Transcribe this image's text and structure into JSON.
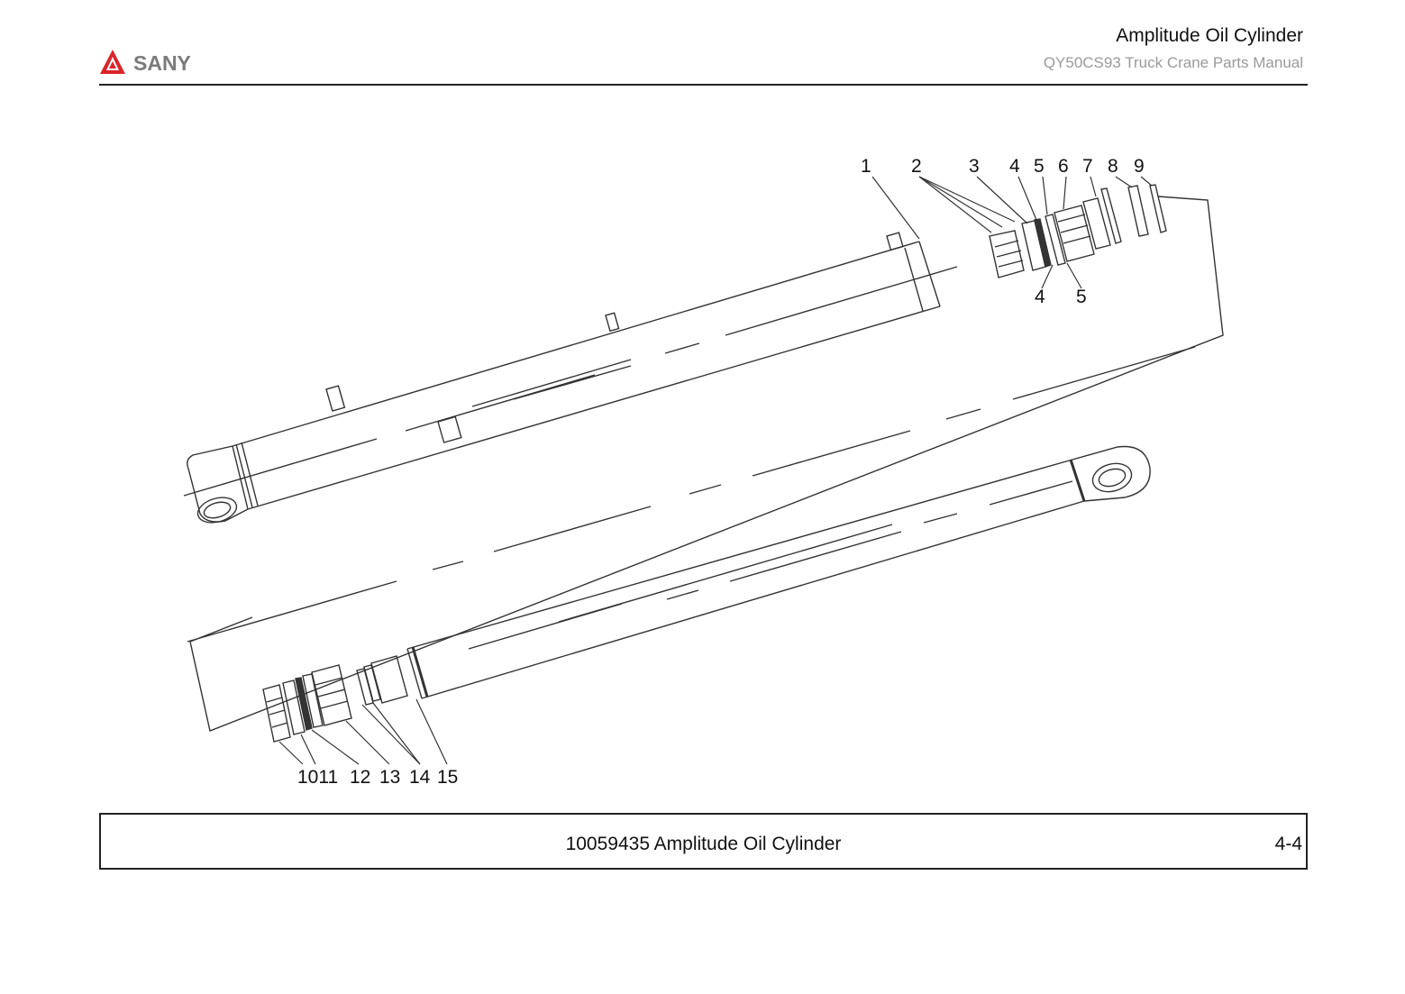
{
  "header": {
    "brand": "SANY",
    "title": "Amplitude Oil Cylinder",
    "subtitle": "QY50CS93 Truck Crane  Parts Manual"
  },
  "diagram": {
    "callouts_top": [
      "1",
      "2",
      "3",
      "4",
      "5",
      "6",
      "7",
      "8",
      "9"
    ],
    "callouts_mid": [
      "4",
      "5"
    ],
    "callouts_bottom": [
      "1011",
      "12",
      "13",
      "14",
      "15"
    ]
  },
  "footer": {
    "caption": "10059435 Amplitude Oil Cylinder",
    "page": "4-4"
  },
  "colors": {
    "logo_red": "#d8262b",
    "logo_gray": "#7b7b7b",
    "line": "#333333"
  }
}
